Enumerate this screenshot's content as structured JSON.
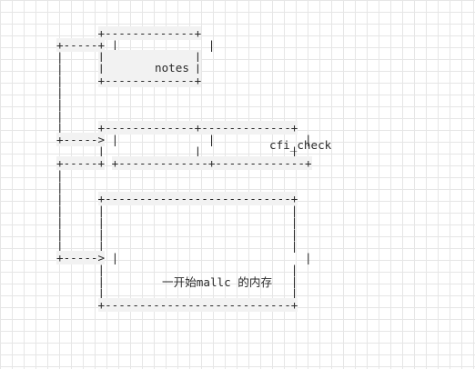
{
  "diagram": {
    "blocks": [
      {
        "label": "notes"
      },
      {
        "label": "cfi_check"
      },
      {
        "label": "一开始mallc 的内存"
      }
    ]
  }
}
